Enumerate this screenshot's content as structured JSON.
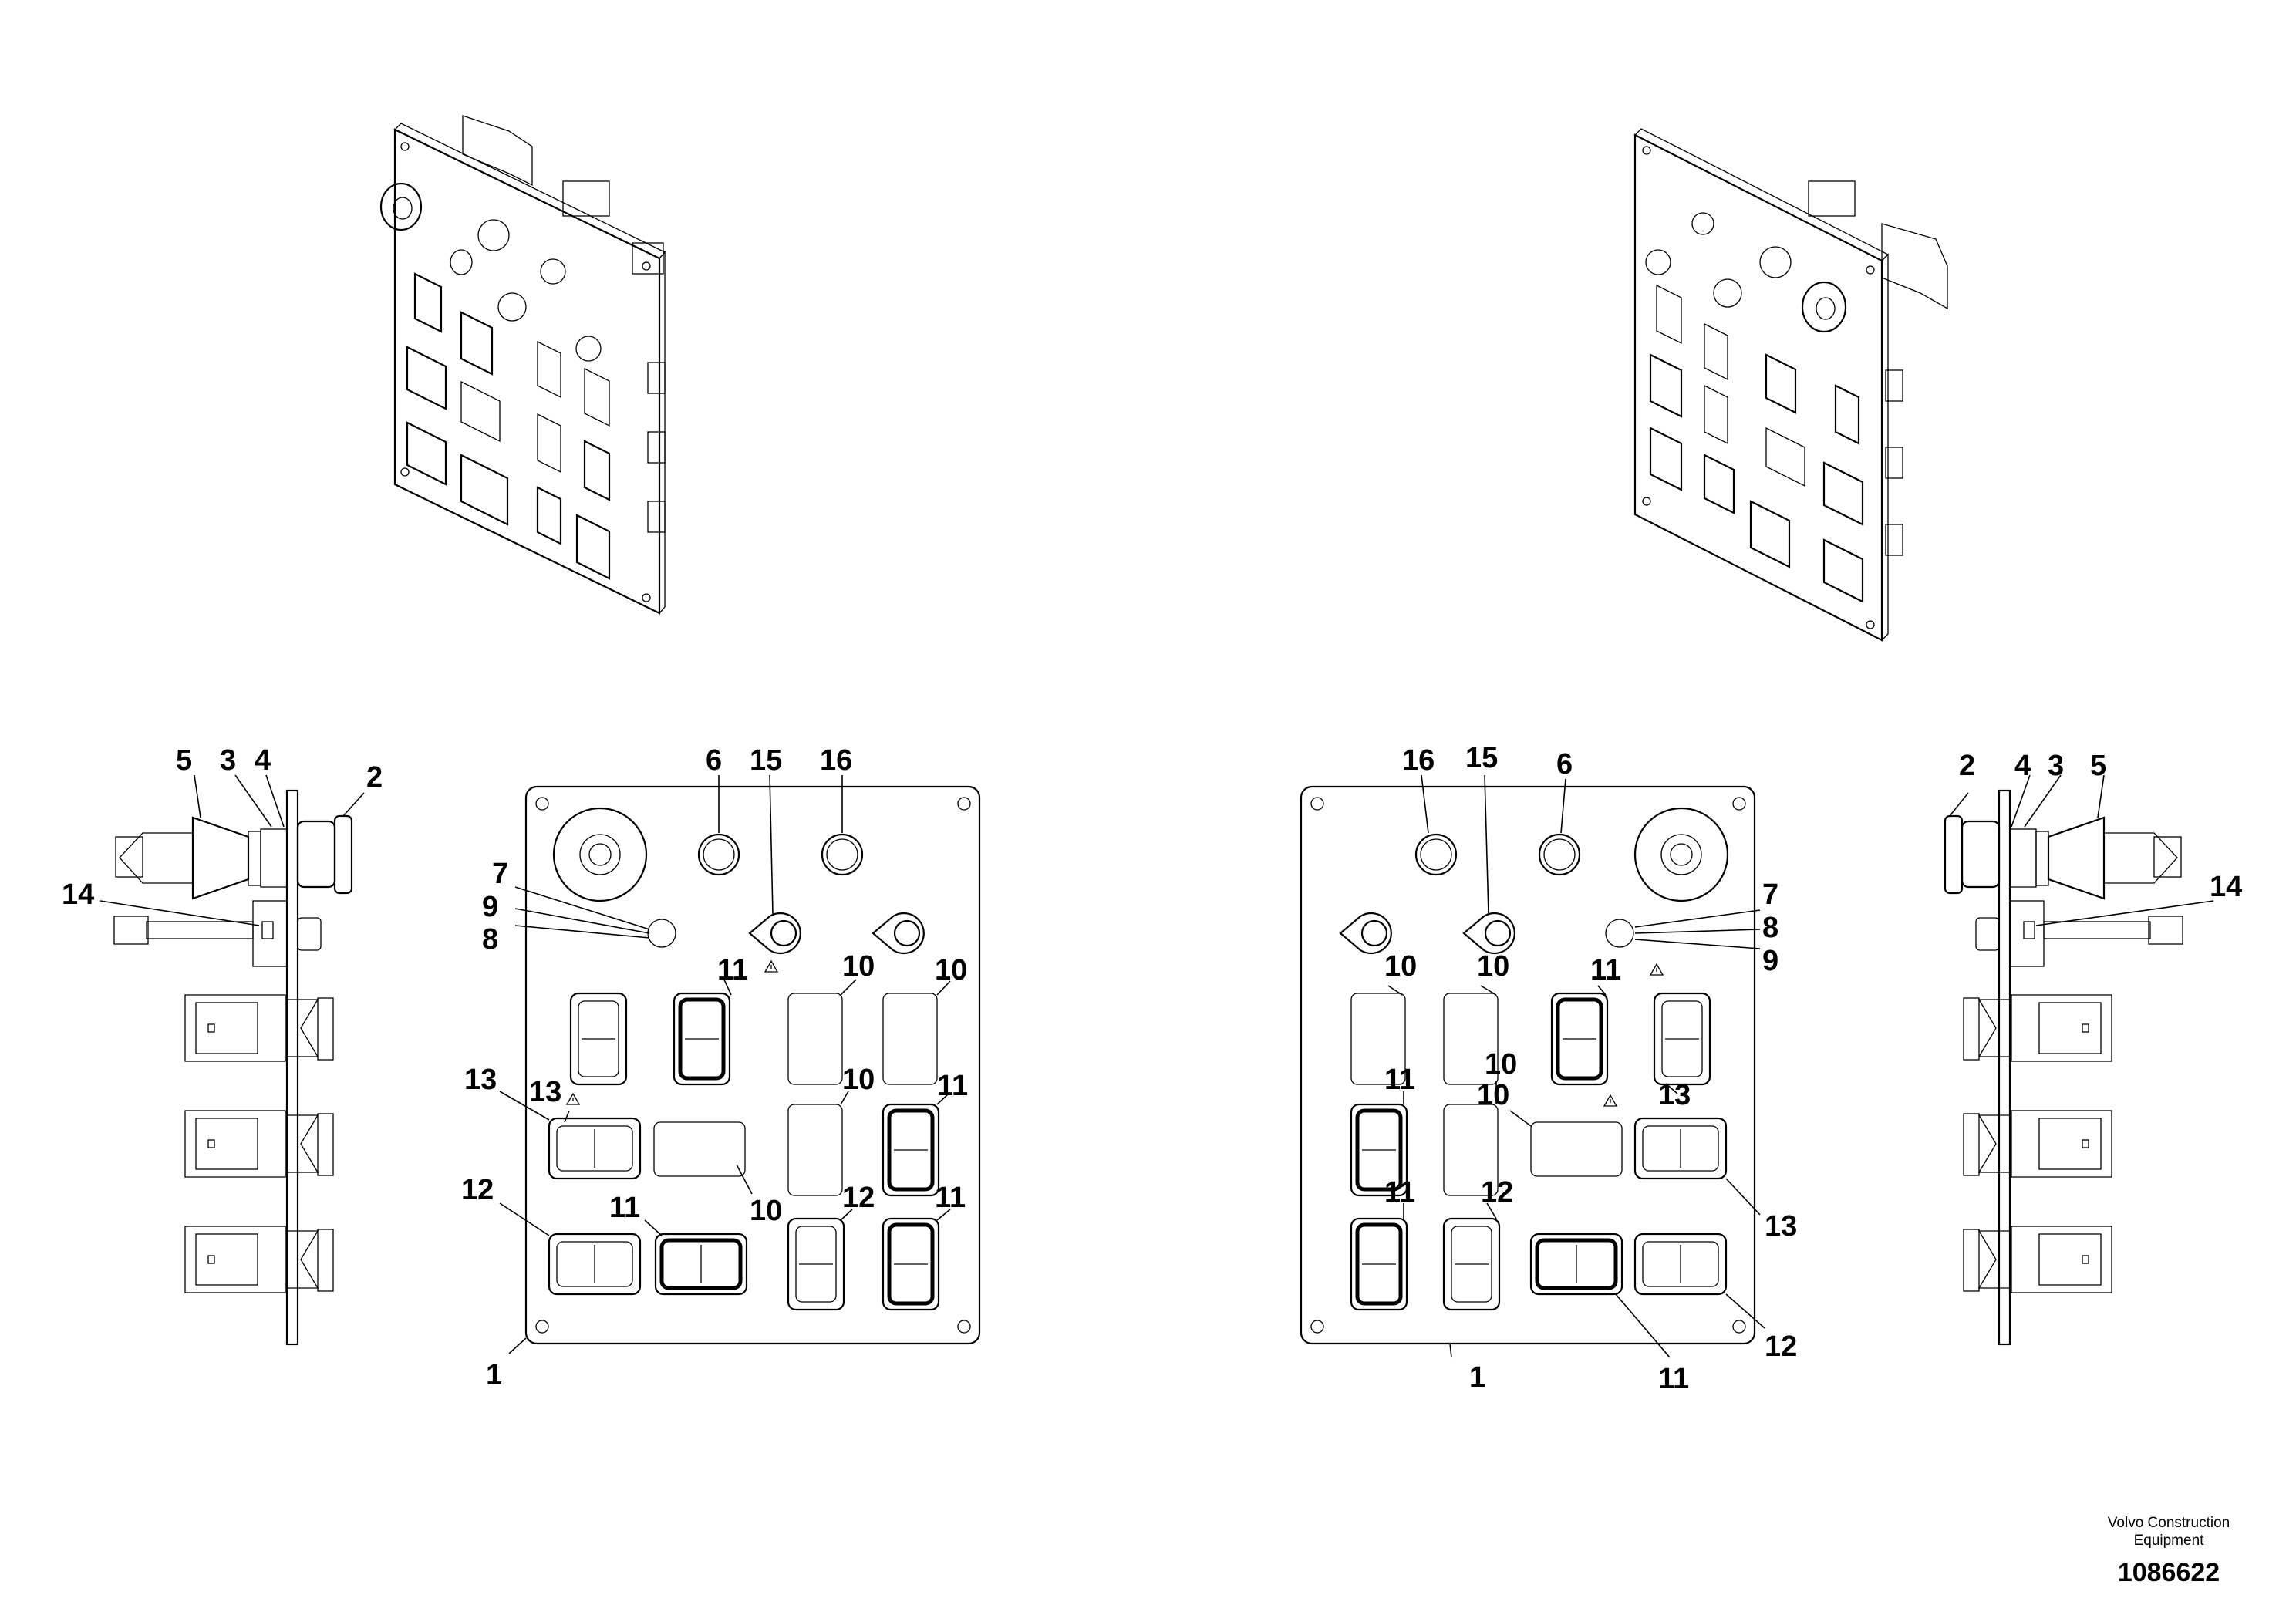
{
  "drawing": {
    "left_panel": {
      "callouts": {
        "c1": "1",
        "c2": "2",
        "c3": "3",
        "c4": "4",
        "c5": "5",
        "c6": "6",
        "c7": "7",
        "c8": "8",
        "c9": "9",
        "c10a": "10",
        "c10b": "10",
        "c10c": "10",
        "c10d": "10",
        "c11a": "11",
        "c11b": "11",
        "c11c": "11",
        "c11d": "11",
        "c12a": "12",
        "c12b": "12",
        "c13a": "13",
        "c13b": "13",
        "c14": "14",
        "c15": "15",
        "c16": "16"
      }
    },
    "right_panel": {
      "callouts": {
        "c1": "1",
        "c2": "2",
        "c3": "3",
        "c4": "4",
        "c5": "5",
        "c6": "6",
        "c7": "7",
        "c8": "8",
        "c9": "9",
        "c10a": "10",
        "c10b": "10",
        "c10c": "10",
        "c10d": "10",
        "c11a": "11",
        "c11b": "11",
        "c11c": "11",
        "c11d": "11",
        "c12a": "12",
        "c12b": "12",
        "c13a": "13",
        "c13b": "13",
        "c14": "14",
        "c15": "15",
        "c16": "16"
      }
    }
  },
  "footer": {
    "company_line1": "Volvo Construction",
    "company_line2": "Equipment",
    "part_number": "1086622"
  }
}
